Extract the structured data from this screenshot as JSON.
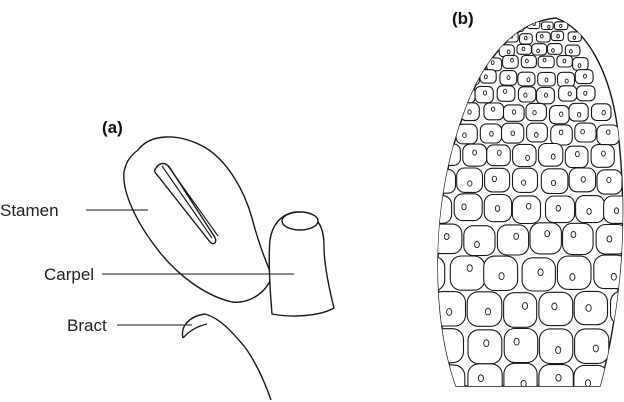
{
  "panels": {
    "a": {
      "label": "(a)",
      "callouts": {
        "stamen": "Stamen",
        "carpel": "Carpel",
        "bract": "Bract"
      }
    },
    "b": {
      "label": "(b)"
    }
  }
}
